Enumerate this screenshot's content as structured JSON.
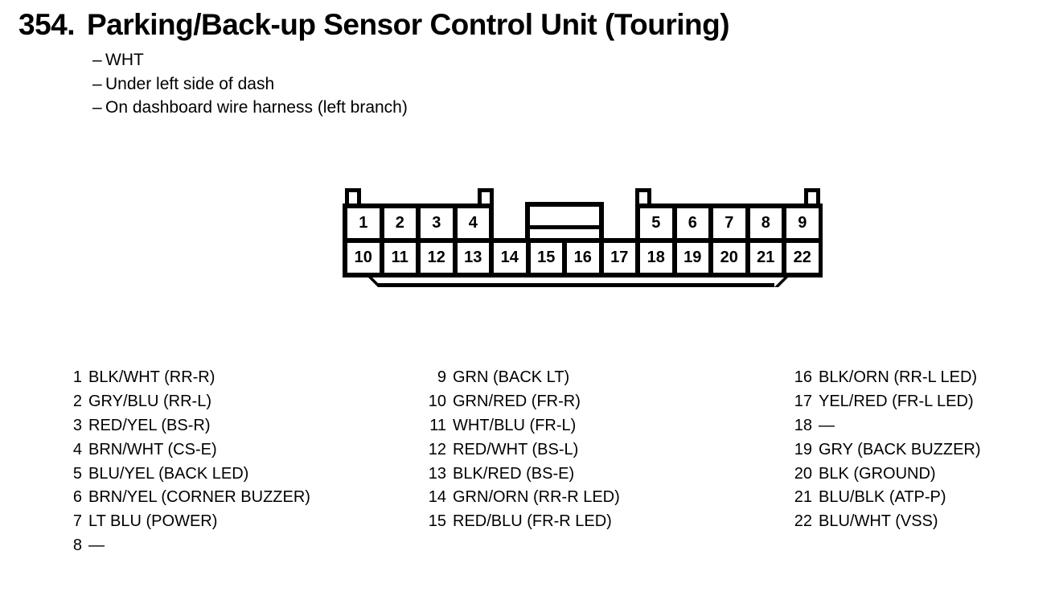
{
  "document": {
    "section_number": "354.",
    "title": "Parking/Back-up Sensor Control Unit (Touring)",
    "notes": [
      {
        "dash": "–",
        "text": "WHT"
      },
      {
        "dash": "–",
        "text": "Under left side of dash"
      },
      {
        "dash": "–",
        "text": "On dashboard wire harness (left branch)"
      }
    ]
  },
  "connector": {
    "top_left_pins": [
      "1",
      "2",
      "3",
      "4"
    ],
    "top_right_pins": [
      "5",
      "6",
      "7",
      "8",
      "9"
    ],
    "bottom_pins": [
      "10",
      "11",
      "12",
      "13",
      "14",
      "15",
      "16",
      "17",
      "18",
      "19",
      "20",
      "21",
      "22"
    ]
  },
  "pin_table": {
    "column1": [
      {
        "pin": "1",
        "desc": "BLK/WHT (RR-R)"
      },
      {
        "pin": "2",
        "desc": "GRY/BLU (RR-L)"
      },
      {
        "pin": "3",
        "desc": "RED/YEL (BS-R)"
      },
      {
        "pin": "4",
        "desc": "BRN/WHT (CS-E)"
      },
      {
        "pin": "5",
        "desc": "BLU/YEL (BACK LED)"
      },
      {
        "pin": "6",
        "desc": "BRN/YEL (CORNER BUZZER)"
      },
      {
        "pin": "7",
        "desc": "LT BLU (POWER)"
      },
      {
        "pin": "8",
        "desc": "—"
      }
    ],
    "column2": [
      {
        "pin": "9",
        "desc": "GRN (BACK LT)"
      },
      {
        "pin": "10",
        "desc": "GRN/RED (FR-R)"
      },
      {
        "pin": "11",
        "desc": "WHT/BLU (FR-L)"
      },
      {
        "pin": "12",
        "desc": "RED/WHT (BS-L)"
      },
      {
        "pin": "13",
        "desc": "BLK/RED (BS-E)"
      },
      {
        "pin": "14",
        "desc": "GRN/ORN (RR-R LED)"
      },
      {
        "pin": "15",
        "desc": "RED/BLU (FR-R LED)"
      }
    ],
    "column3": [
      {
        "pin": "16",
        "desc": "BLK/ORN (RR-L LED)"
      },
      {
        "pin": "17",
        "desc": "YEL/RED (FR-L LED)"
      },
      {
        "pin": "18",
        "desc": "—"
      },
      {
        "pin": "19",
        "desc": "GRY (BACK BUZZER)"
      },
      {
        "pin": "20",
        "desc": "BLK (GROUND)"
      },
      {
        "pin": "21",
        "desc": "BLU/BLK (ATP-P)"
      },
      {
        "pin": "22",
        "desc": "BLU/WHT (VSS)"
      }
    ]
  },
  "colors": {
    "ink": "#000000",
    "paper": "#ffffff"
  }
}
